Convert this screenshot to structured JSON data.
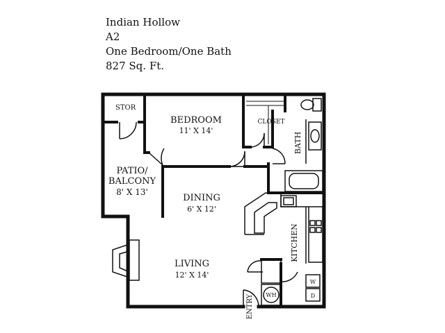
{
  "plan": {
    "community": "Indian Hollow",
    "unit": "A2",
    "layout": "One Bedroom/One Bath",
    "area": "827 Sq. Ft."
  },
  "rooms": {
    "stor": "STOR",
    "bedroom": {
      "name": "BEDROOM",
      "size": "11' X 14'"
    },
    "closet": "CLOSET",
    "bath": "BATH",
    "patio": {
      "name1": "PATIO/",
      "name2": "BALCONY",
      "size": "8' X 13'"
    },
    "dining": {
      "name": "DINING",
      "size": "6' X 12'"
    },
    "kitchen": "KITCHEN",
    "living": {
      "name": "LIVING",
      "size": "12' X 14'"
    },
    "entry": "ENTRY"
  },
  "appliances": {
    "washer": "W",
    "dryer": "D",
    "water_heater": "WH"
  },
  "colors": {
    "wall": "#111111",
    "background": "#ffffff"
  }
}
